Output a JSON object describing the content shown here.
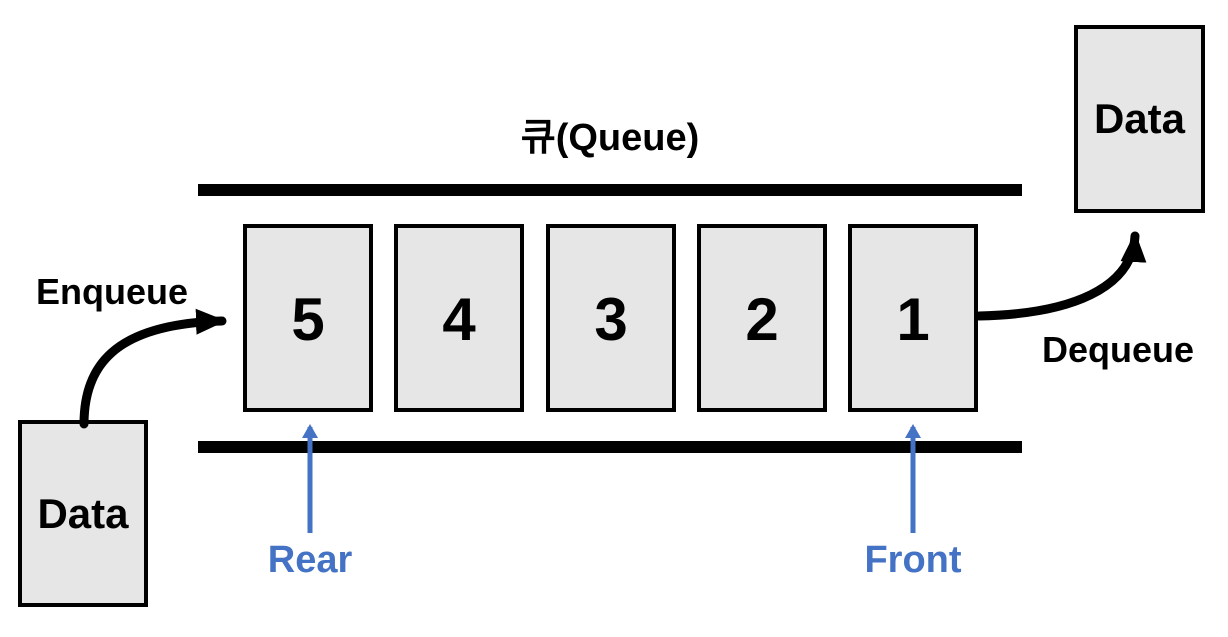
{
  "diagram": {
    "title": "큐(Queue)",
    "queue": {
      "cells": [
        {
          "value": "5"
        },
        {
          "value": "4"
        },
        {
          "value": "3"
        },
        {
          "value": "2"
        },
        {
          "value": "1"
        }
      ]
    },
    "labels": {
      "enqueue": "Enqueue",
      "dequeue": "Dequeue",
      "rear": "Rear",
      "front": "Front",
      "data_in": "Data",
      "data_out": "Data"
    },
    "icons": {
      "enqueue_arrow": "curved-arrow-right-icon",
      "dequeue_arrow": "curved-arrow-up-icon",
      "rear_pointer": "arrow-up-icon",
      "front_pointer": "arrow-up-icon"
    },
    "colors": {
      "background": "#ffffff",
      "cell_fill": "#e7e6e6",
      "cell_border": "#000000",
      "rail": "#000000",
      "arrow": "#000000",
      "pointer_blue": "#4472c4",
      "text": "#000000"
    }
  }
}
